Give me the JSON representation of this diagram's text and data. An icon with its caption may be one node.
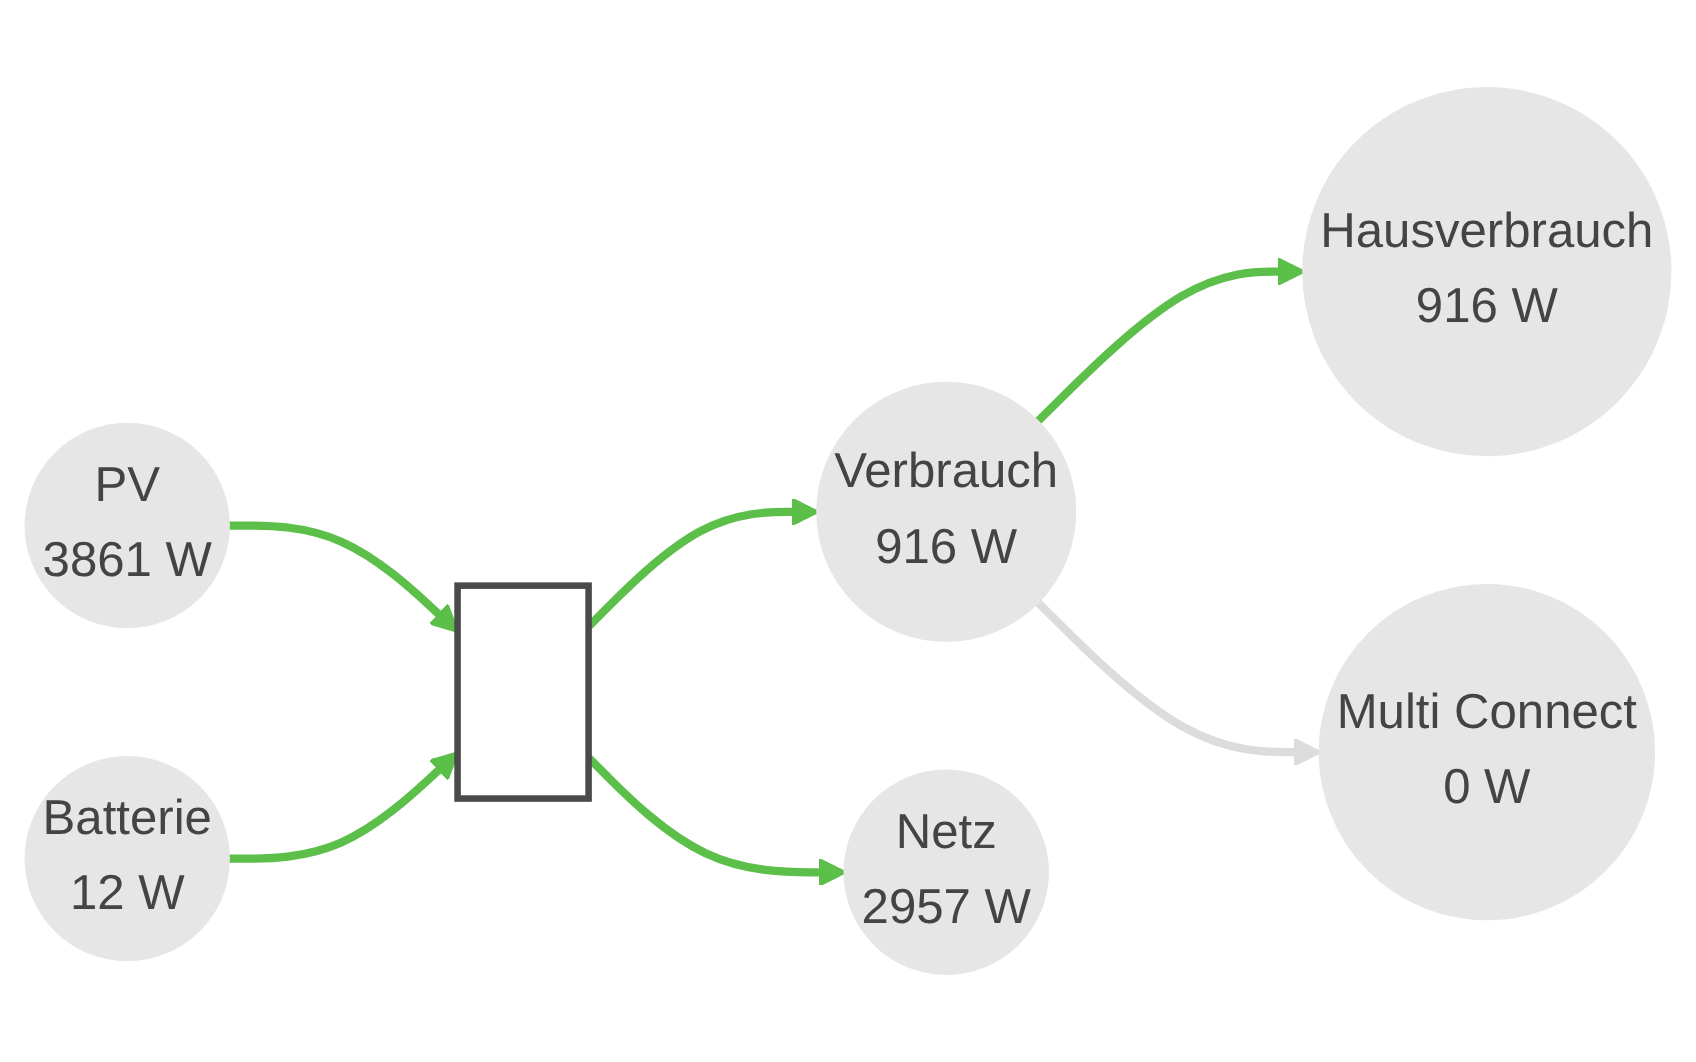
{
  "diagram": {
    "nodes": [
      {
        "text": [
          "Multi Connect",
          "0 W"
        ]
      },
      {
        "text": [
          "Batterie",
          "12 W"
        ]
      },
      {
        "text": [
          "Verbrauch",
          "916 W"
        ]
      },
      {
        "text": [
          "Hausverbrauch",
          "916 W"
        ]
      },
      {
        "text": [
          "PV",
          "3861 W"
        ]
      },
      {
        "text": [
          "Netz",
          "2957 W"
        ]
      },
      {
        "text": [],
        "shape": "box"
      }
    ],
    "edges": [
      {
        "from": 4,
        "to": 6,
        "arrow": "to"
      },
      {
        "from": 1,
        "to": 6,
        "arrow": "to"
      },
      {
        "from": 6,
        "to": 2,
        "arrow": "to"
      },
      {
        "from": 6,
        "to": 5,
        "arrow": "to"
      },
      {
        "from": 2,
        "to": 3,
        "arrow": "to"
      },
      {
        "from": 2,
        "to": 0,
        "arrow": "to",
        "color": "#dcdcdc"
      }
    ]
  }
}
